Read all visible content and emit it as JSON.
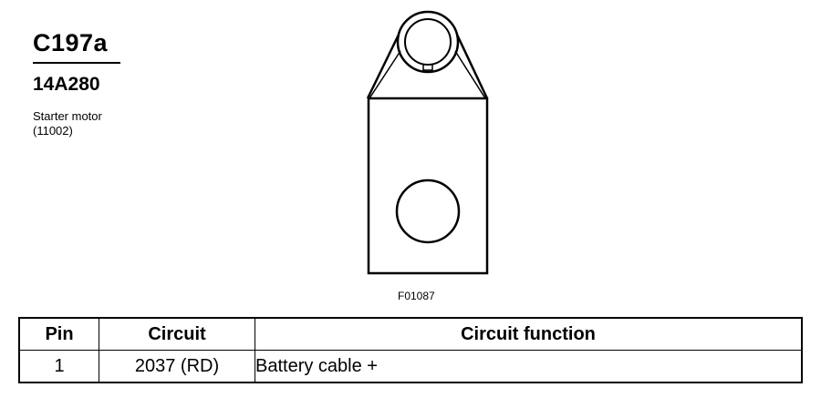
{
  "connector": {
    "id": "C197a",
    "part_number": "14A280",
    "description": "Starter motor",
    "part_code": "(11002)"
  },
  "figure": {
    "id": "F01087"
  },
  "table": {
    "headers": {
      "pin": "Pin",
      "circuit": "Circuit",
      "function": "Circuit function"
    },
    "rows": [
      {
        "pin": "1",
        "circuit": "2037 (RD)",
        "function": "Battery cable +"
      }
    ]
  }
}
